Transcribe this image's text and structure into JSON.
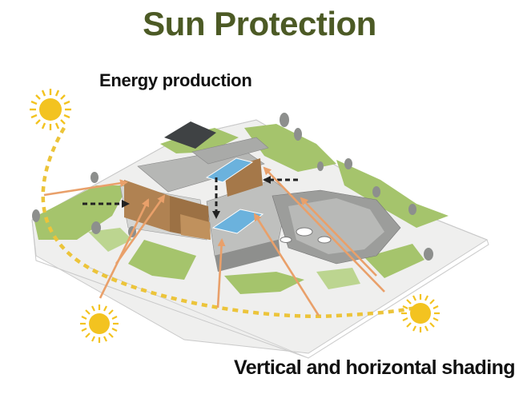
{
  "title": "Sun Protection",
  "labels": {
    "energy_production": "Energy production",
    "shading": "Vertical and horizontal shading"
  },
  "colors": {
    "title": "#4c5a25",
    "sun": "#f3c320",
    "sun_path": "#ecc43a",
    "arrow": "#e9a06a",
    "wood": "#b08252",
    "grass": "#a5c46c",
    "solar_panel": "#6bb2dd",
    "building": "#a9aaa8"
  },
  "icons": {
    "sun": "sun-icon",
    "arrow": "arrow-icon"
  }
}
